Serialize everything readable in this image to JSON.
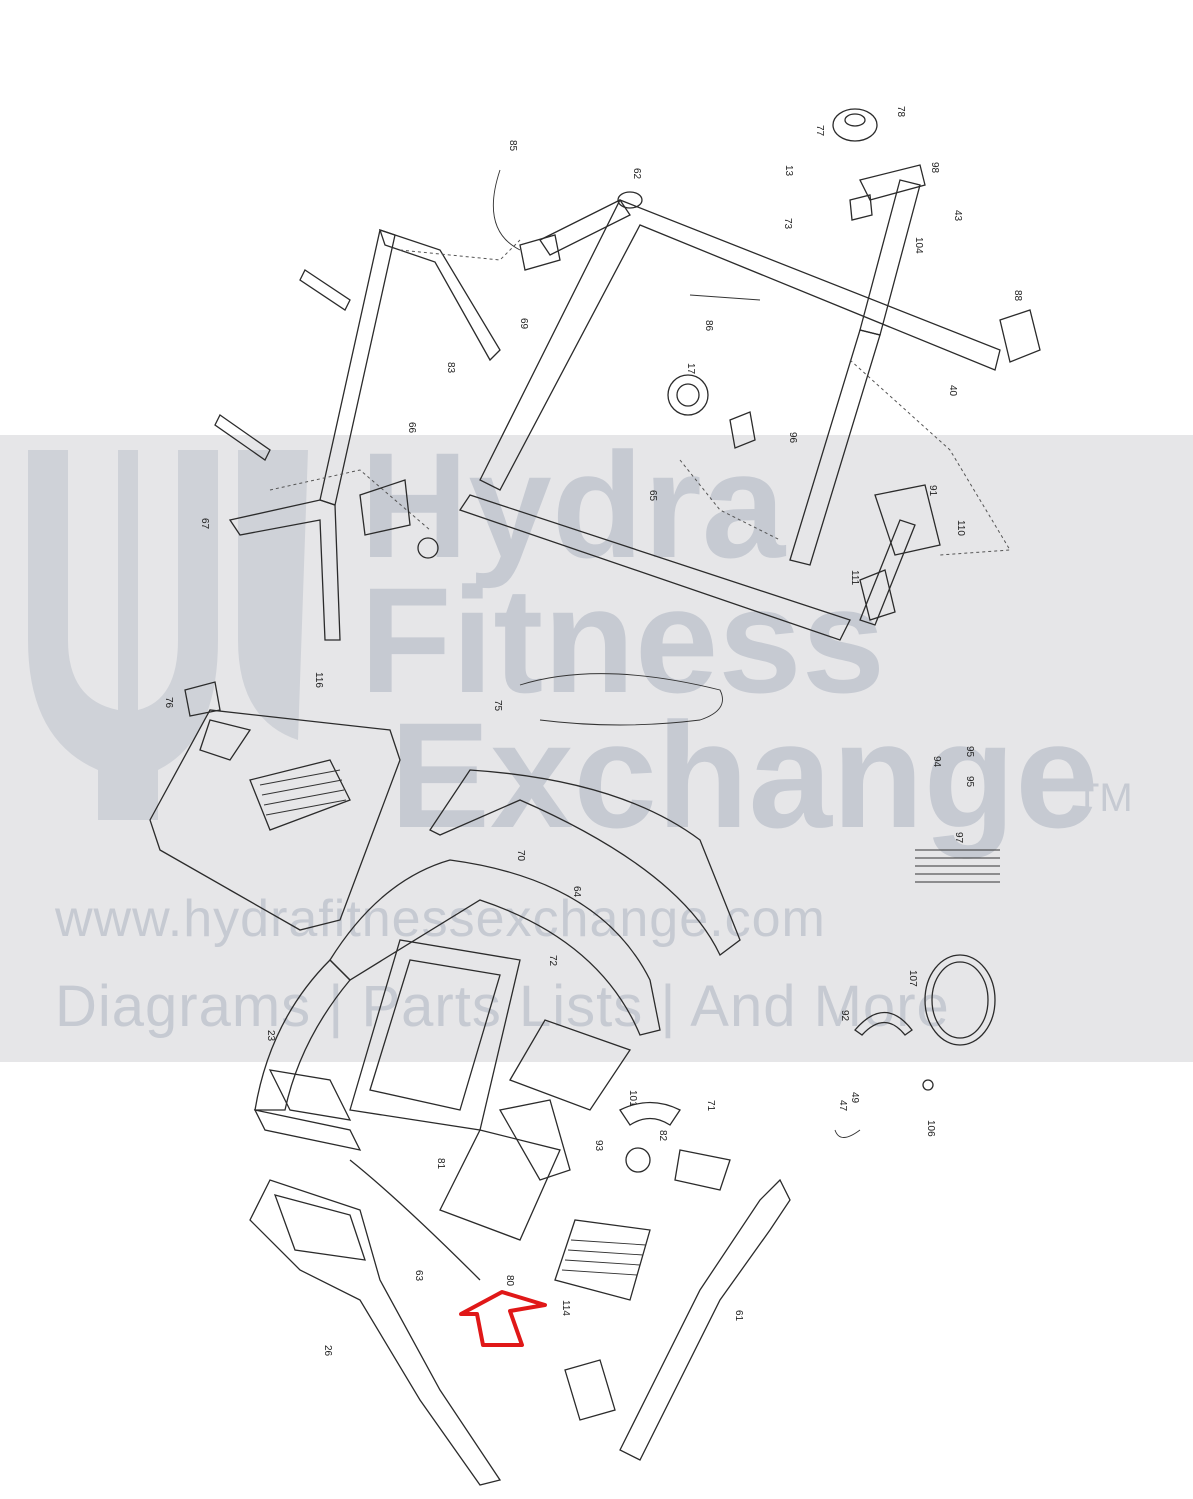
{
  "watermark": {
    "logo_icon": "hydra-fitness-logo-icon",
    "line1": "Hydra",
    "line2": "Fitness",
    "line3": "Exchange",
    "trademark": "TM",
    "url": "www.hydrafitnessexchange.com",
    "tagline": "Diagrams | Parts Lists | And More"
  },
  "colors": {
    "watermark_band": "#e6e6e8",
    "watermark_text": "#c6cad2",
    "line_art": "#2b2b2b",
    "highlight_arrow": "#e01818"
  },
  "part_labels": [
    "85",
    "62",
    "77",
    "78",
    "13",
    "98",
    "43",
    "73",
    "104",
    "88",
    "83",
    "66",
    "69",
    "86",
    "17",
    "40",
    "65",
    "67",
    "91",
    "110",
    "111",
    "96",
    "75",
    "116",
    "76",
    "72",
    "70",
    "94",
    "95",
    "95",
    "97",
    "64",
    "107",
    "92",
    "23",
    "80",
    "71",
    "101",
    "93",
    "82",
    "47",
    "49",
    "106",
    "81",
    "63",
    "114",
    "26",
    "61"
  ]
}
